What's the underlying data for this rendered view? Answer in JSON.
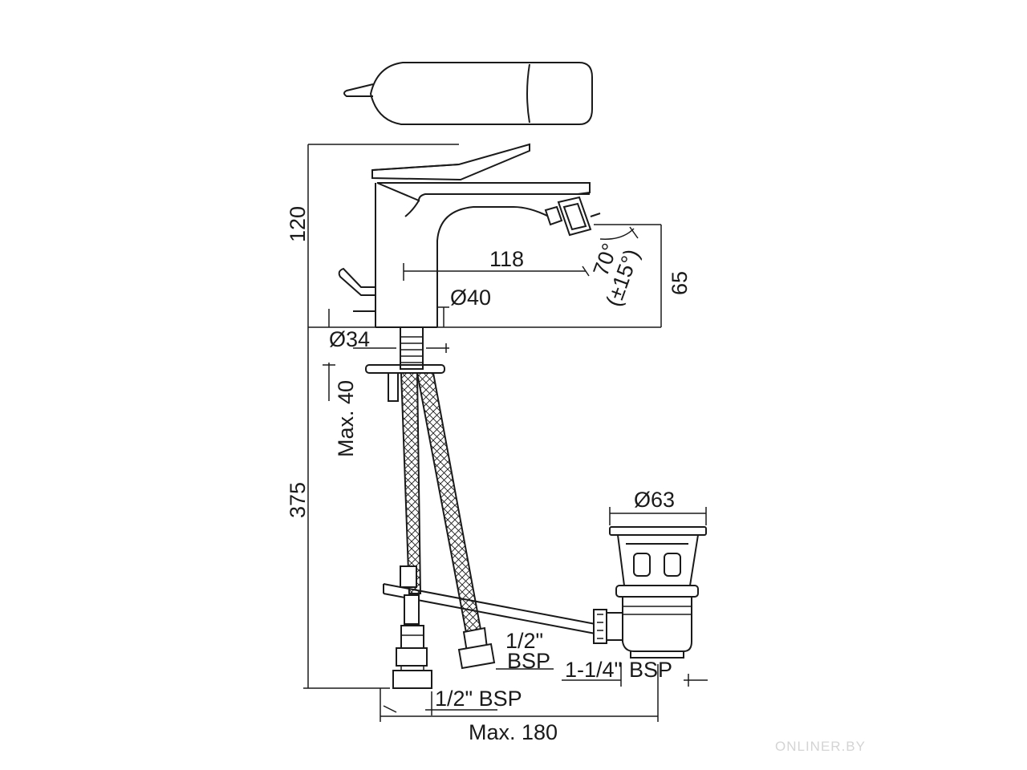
{
  "labels": {
    "dim_120": "120",
    "dim_375": "375",
    "dim_118": "118",
    "dim_65": "65",
    "angle": "70°",
    "angle_tol": "(±15°)",
    "dia_40": "Ø40",
    "dia_34": "Ø34",
    "max_40": "Max. 40",
    "dia_63": "Ø63",
    "bsp_half_right_top": "1/2\"",
    "bsp_half_right_bottom": "BSP",
    "bsp_half_left": "1/2\" BSP",
    "bsp_114_a": "1-1/4\"",
    "bsp_114_b": "BSP",
    "max_180": "Max. 180"
  },
  "watermark": "ONLINER.BY",
  "colors": {
    "line": "#1a1a1a",
    "background": "#ffffff"
  }
}
